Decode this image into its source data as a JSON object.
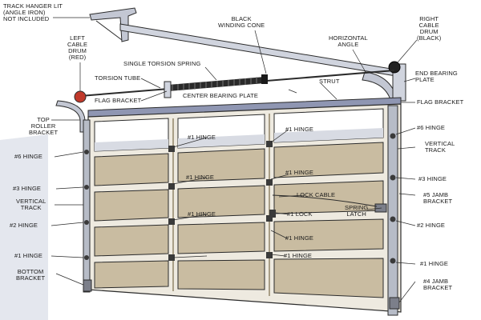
{
  "labels": {
    "track_hanger": "TRACK HANGER LIT\n(ANGLE IRON)\nNOT INCLUDED",
    "left_cable_drum": "LEFT\nCABLE\nDRUM\n(RED)",
    "black_winding_cone": "BLACK\nWINDING CONE",
    "horizontal_angle": "HORIZONTAL\nANGLE",
    "right_cable_drum": "RIGHT\nCABLE\nDRUM\n(BLACK)",
    "single_torsion_spring": "SINGLE TORSION SPRING",
    "torsion_tube": "TORSION TUBE",
    "end_bearing_plate": "END BEARING\nPLATE",
    "strut": "STRUT",
    "flag_bracket_left": "FLAG BRACKET",
    "center_bearing_plate": "CENTER BEARING PLATE",
    "flag_bracket_right": "FLAG BRACKET",
    "top_roller_bracket": "TOP\nROLLER\nBRACKET",
    "hinge1_top_center": "#1 HINGE",
    "hinge1_top_right": "#1 HINGE",
    "hinge6_right": "#6 HINGE",
    "vertical_track_right": "VERTICAL\nTRACK",
    "hinge6_left": "#6 HINGE",
    "hinge1_mid_center": "#1 HINGE",
    "hinge1_mid_right": "#1 HINGE",
    "hinge3_right": "#3 HINGE",
    "hinge3_left": "#3 HINGE",
    "lock_cable": "LOCK CABLE",
    "jamb_bracket5": "#5 JAMB\nBRACKET",
    "vertical_track_left": "VERTICAL\nTRACK",
    "hinge1_lower_center": "#1 HINGE",
    "lock1": "#1 LOCK",
    "spring_latch": "SPRING\nLATCH",
    "hinge2_right": "#2 HINGE",
    "hinge2_left": "#2 HINGE",
    "hinge1_lower_right": "#1 HINGE",
    "hinge1_left": "#1 HINGE",
    "hinge1_bottom_right": "#1 HINGE",
    "hinge1_far_right": "#1 HINGE",
    "bottom_bracket": "BOTTOM\nBRACKET",
    "jamb_bracket4": "#4 JAMB\nBRACKET"
  },
  "colors": {
    "panel": "#c9bca1",
    "frame": "#eeeae0",
    "shadow": "#a99e86",
    "track": "#b7bcc7",
    "strut": "#8f96b2",
    "spring": "#2a2a2a",
    "drum_left": "#c0392b",
    "drum_right": "#222222",
    "line": "#2b2b2b",
    "background_shadow": "#d9dde6"
  }
}
